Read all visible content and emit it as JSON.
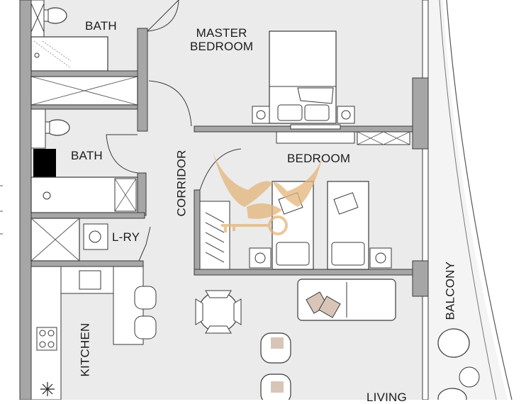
{
  "rooms": {
    "bath_top": "BATH",
    "master_line1": "MASTER",
    "master_line2": "BEDROOM",
    "bath_mid": "BATH",
    "bedroom": "BEDROOM",
    "corridor": "CORRIDOR",
    "laundry": "L-RY",
    "kitchen": "KITCHEN",
    "balcony": "BALCONY",
    "living": "LIVING"
  },
  "colors": {
    "wall": "#a6a6a6",
    "wall_outline": "#3a3a3a",
    "floor": "#ebebeb",
    "white": "#ffffff",
    "fixture_dark": "#000000",
    "logo_accent": "#e4b57a",
    "cushion": "#d9c5b8"
  },
  "icons": {
    "logo": "eagle-key-logo-icon",
    "freezer": "snowflake-icon"
  }
}
